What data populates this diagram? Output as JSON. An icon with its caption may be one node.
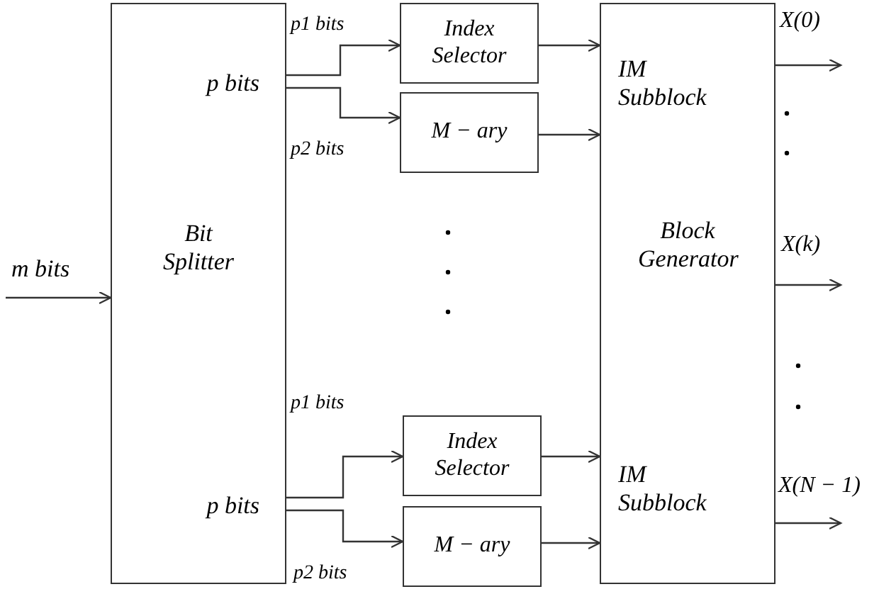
{
  "diagram": {
    "nodes": [
      {
        "text": [
          "p bits",
          "Bit Splitter",
          "p bits"
        ]
      },
      {
        "text": [
          "Index Selector"
        ]
      },
      {
        "text": [
          "M − ary"
        ]
      },
      {
        "text": [
          "Index Selector"
        ]
      },
      {
        "text": [
          "M − ary"
        ]
      },
      {
        "text": [
          "IM Subblock",
          "Block Generator",
          "IM Subblock"
        ]
      }
    ],
    "edges": [
      {
        "from": null,
        "to": 0,
        "arrow": "to",
        "label": "m bits"
      },
      {
        "from": 0,
        "to": 1,
        "arrow": "to",
        "label": "p1 bits"
      },
      {
        "from": 0,
        "to": 2,
        "arrow": "to",
        "label": "p2 bits"
      },
      {
        "from": 0,
        "to": 3,
        "arrow": "to",
        "label": "p1 bits"
      },
      {
        "from": 0,
        "to": 4,
        "arrow": "to",
        "label": "p2 bits"
      },
      {
        "from": 1,
        "to": 5,
        "arrow": "to"
      },
      {
        "from": 2,
        "to": 5,
        "arrow": "to"
      },
      {
        "from": 3,
        "to": 5,
        "arrow": "to"
      },
      {
        "from": 4,
        "to": 5,
        "arrow": "to"
      },
      {
        "from": 5,
        "to": null,
        "arrow": "to",
        "label": "X(0)"
      },
      {
        "from": 5,
        "to": null,
        "arrow": "to",
        "label": "X(k)"
      },
      {
        "from": 5,
        "to": null,
        "arrow": "to",
        "label": "X(N − 1)"
      }
    ]
  }
}
